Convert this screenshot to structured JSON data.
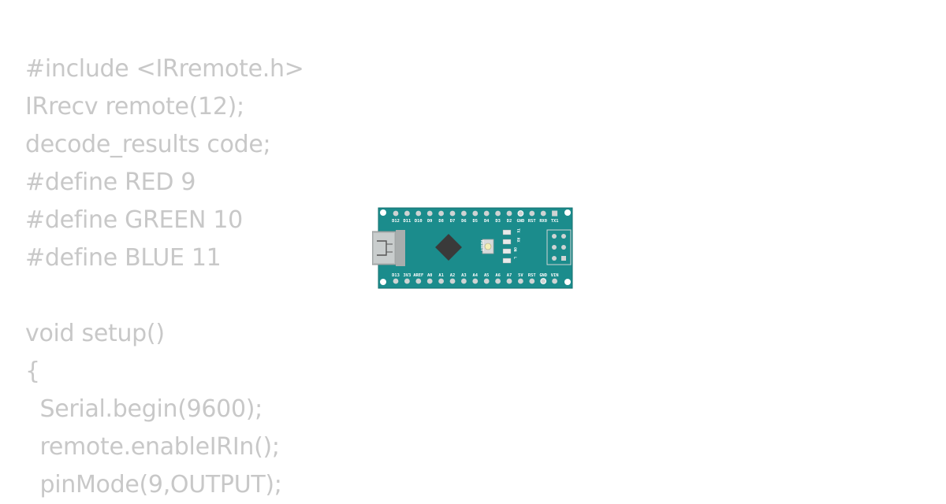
{
  "code_lines": [
    "#include <IRremote.h>",
    "IRrecv remote(12);",
    "decode_results code;",
    "#define RED 9",
    "#define GREEN 10",
    "#define BLUE 11",
    "",
    "void setup()",
    "{",
    "  Serial.begin(9600);",
    "  remote.enableIRIn();",
    "  pinMode(9,OUTPUT);"
  ],
  "board": {
    "top_pins": [
      "D12",
      "D11",
      "D10",
      "D9",
      "D8",
      "D7",
      "D6",
      "D5",
      "D4",
      "D3",
      "D2",
      "GND",
      "RST",
      "RX0",
      "TX1"
    ],
    "bottom_pins": [
      "D13",
      "3V3",
      "AREF",
      "A0",
      "A1",
      "A2",
      "A3",
      "A4",
      "A5",
      "A6",
      "A7",
      "5V",
      "RST",
      "GND",
      "VIN"
    ],
    "reset_label": "RESET",
    "led_labels": [
      "TX",
      "RX",
      "ON",
      "L"
    ],
    "colors": {
      "pcb": "#1b8c8c",
      "pcb_edge": "#14706f",
      "pin": "#cfd3d3",
      "usb": "#b8bcbc",
      "chip": "#3a3a3a"
    }
  }
}
